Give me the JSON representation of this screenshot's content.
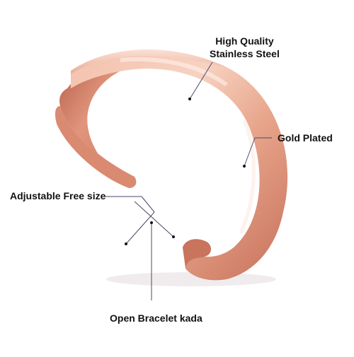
{
  "callouts": {
    "quality_line1": "High Quality",
    "quality_line2": "Stainless Steel",
    "plated": "Gold Plated",
    "adjustable": "Adjustable Free size",
    "open": "Open Bracelet kada"
  },
  "colors": {
    "rose_gold_light": "#f4c4b0",
    "rose_gold_mid": "#d9866a",
    "rose_gold_dark": "#a9553f",
    "leader_line": "#4a4a6a"
  }
}
